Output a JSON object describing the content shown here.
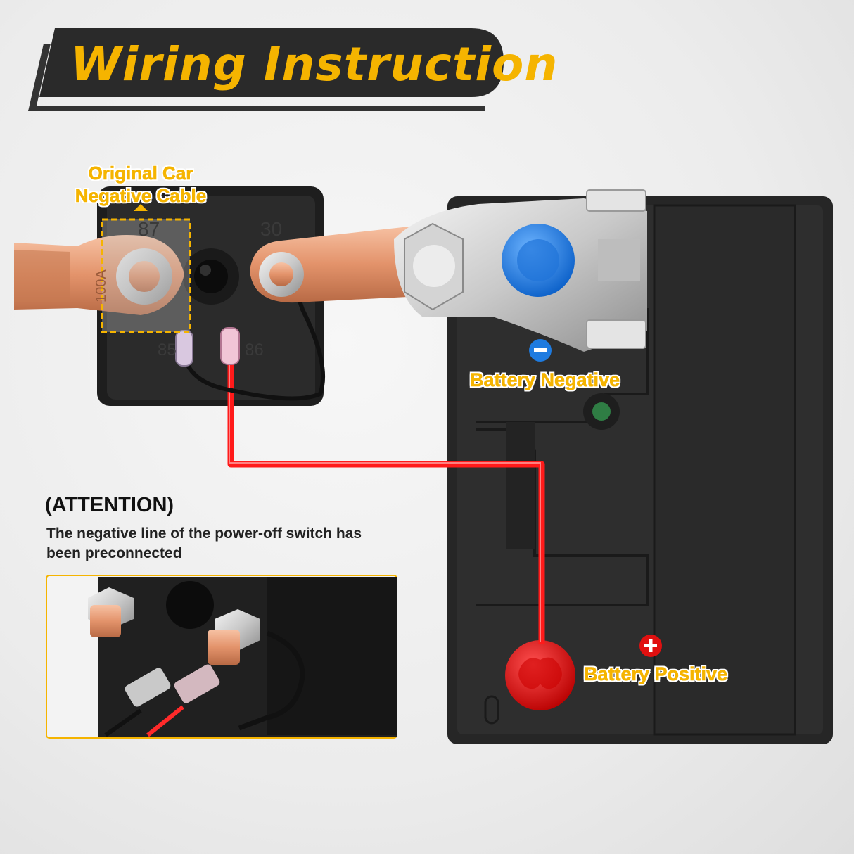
{
  "title": "Wiring Instruction",
  "labels": {
    "original_cable": "Original Car Negative Cable",
    "battery_negative": "Battery Negative",
    "battery_positive": "Battery Positive"
  },
  "switch_markings": {
    "terminal_30": "30",
    "terminal_87": "87",
    "terminal_85": "85",
    "terminal_86": "86",
    "amp_rating": "100A"
  },
  "attention": {
    "title": "(ATTENTION)",
    "text": "The negative line of the power-off switch has been preconnected"
  },
  "colors": {
    "banner": "#2a2a2a",
    "accent": "#f5b400",
    "wire_red": "#ff1a1a",
    "negative_blue": "#1e7be0",
    "positive_red": "#e01010",
    "copper": "#e3936b"
  }
}
